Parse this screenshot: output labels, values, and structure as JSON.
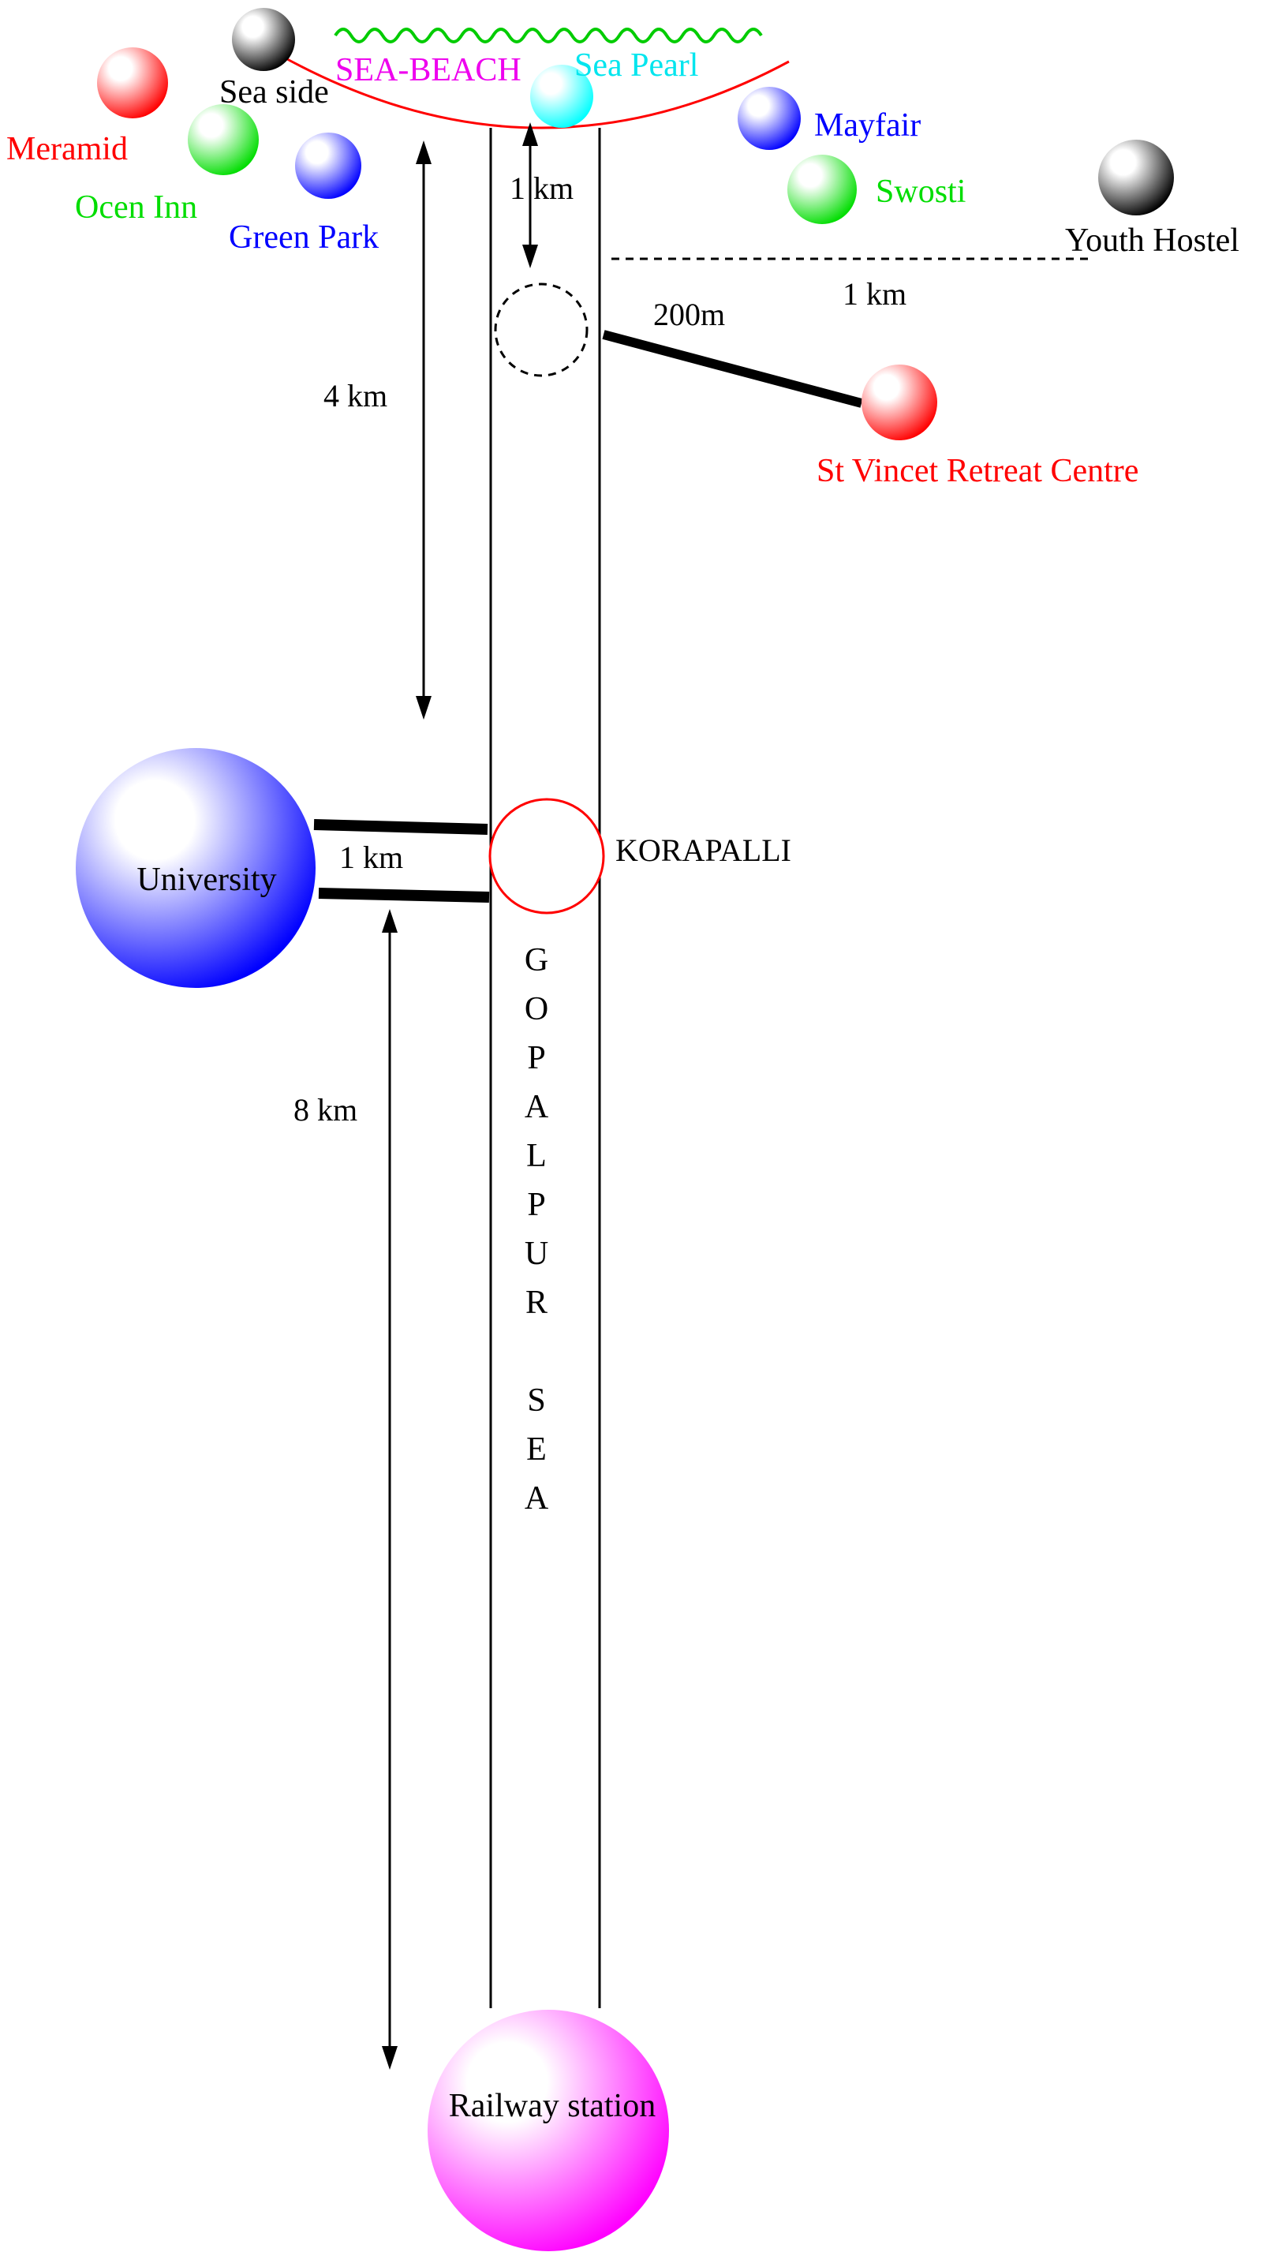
{
  "colors": {
    "red": "#ff0000",
    "green": "#00dd00",
    "blue": "#0000ff",
    "black": "#000000",
    "cyan": "#00ffff",
    "magenta": "#ff00ff",
    "beach_wave": "#00cc00",
    "beach_label": "#ee00ee"
  },
  "beach": {
    "label": "SEA-BEACH"
  },
  "hotels": [
    {
      "key": "seaside",
      "name": "Sea side",
      "color": "black",
      "icon": "sphere-icon"
    },
    {
      "key": "seapearl",
      "name": "Sea Pearl",
      "color": "cyan",
      "icon": "sphere-icon"
    },
    {
      "key": "meramid",
      "name": "Meramid",
      "color": "red",
      "icon": "sphere-icon"
    },
    {
      "key": "oceninn",
      "name": "Ocen Inn",
      "color": "green",
      "icon": "sphere-icon"
    },
    {
      "key": "greenpark",
      "name": "Green Park",
      "color": "blue",
      "icon": "sphere-icon"
    },
    {
      "key": "mayfair",
      "name": "Mayfair",
      "color": "blue",
      "icon": "sphere-icon"
    },
    {
      "key": "swosti",
      "name": "Swosti",
      "color": "green",
      "icon": "sphere-icon"
    },
    {
      "key": "youth",
      "name": "Youth Hostel",
      "color": "black",
      "icon": "sphere-icon"
    },
    {
      "key": "vincent",
      "name": "St Vincet Retreat Centre",
      "color": "red",
      "icon": "sphere-icon"
    }
  ],
  "landmarks": {
    "university": "University",
    "railway": "Railway station",
    "korapalli": "KORAPALLI"
  },
  "road": {
    "name_letters": [
      "G",
      "O",
      "P",
      "A",
      "L",
      "P",
      "U",
      "R",
      "",
      "S",
      "E",
      "A"
    ]
  },
  "distances": {
    "beach_to_junction": "1 km",
    "junction_to_youth": "1 km",
    "junction_to_vincent": "200m",
    "beach_to_korapalli": "4 km",
    "korapalli_to_university": "1 km",
    "university_to_railway": "8 km"
  }
}
